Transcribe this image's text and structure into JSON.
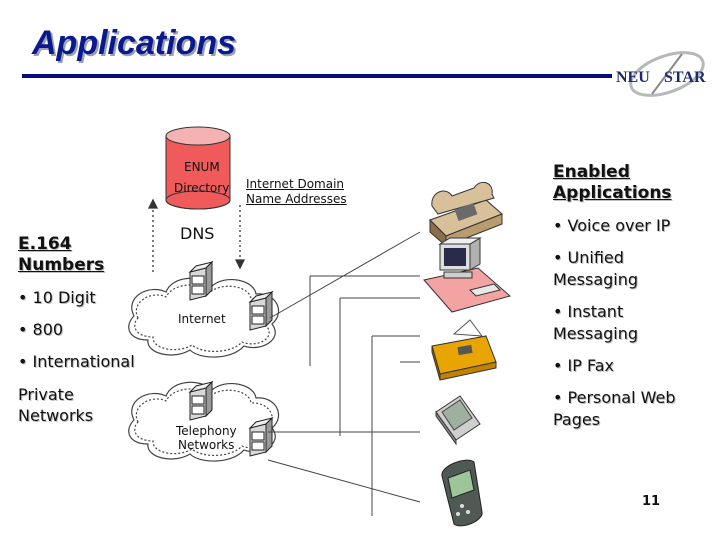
{
  "header": {
    "title": "Applications",
    "logo_text": "NEUSTAR"
  },
  "database": {
    "line1": "ENUM",
    "line2": "Directory"
  },
  "dns_label": "DNS",
  "domain_label": {
    "line1": "Internet Domain",
    "line2": "Name Addresses"
  },
  "left": {
    "title_line1": "E.164",
    "title_line2": "Numbers",
    "bullets": [
      "• 10 Digit",
      "• 800",
      "• International"
    ],
    "private_line1": "Private",
    "private_line2": "Networks"
  },
  "clouds": {
    "internet": "Internet",
    "telephony_line1": "Telephony",
    "telephony_line2": "Networks"
  },
  "right": {
    "title_line1": "Enabled",
    "title_line2": "Applications",
    "items": [
      {
        "line1": "• Voice over IP",
        "line2": ""
      },
      {
        "line1": "• Unified",
        "line2": "Messaging"
      },
      {
        "line1": "• Instant",
        "line2": "Messaging"
      },
      {
        "line1": "• IP Fax",
        "line2": ""
      },
      {
        "line1": "• Personal Web",
        "line2": "Pages"
      }
    ]
  },
  "devices": [
    "phone-icon",
    "computer-icon",
    "fax-icon",
    "pda-icon",
    "mobile-phone-icon"
  ],
  "page_number": "11"
}
